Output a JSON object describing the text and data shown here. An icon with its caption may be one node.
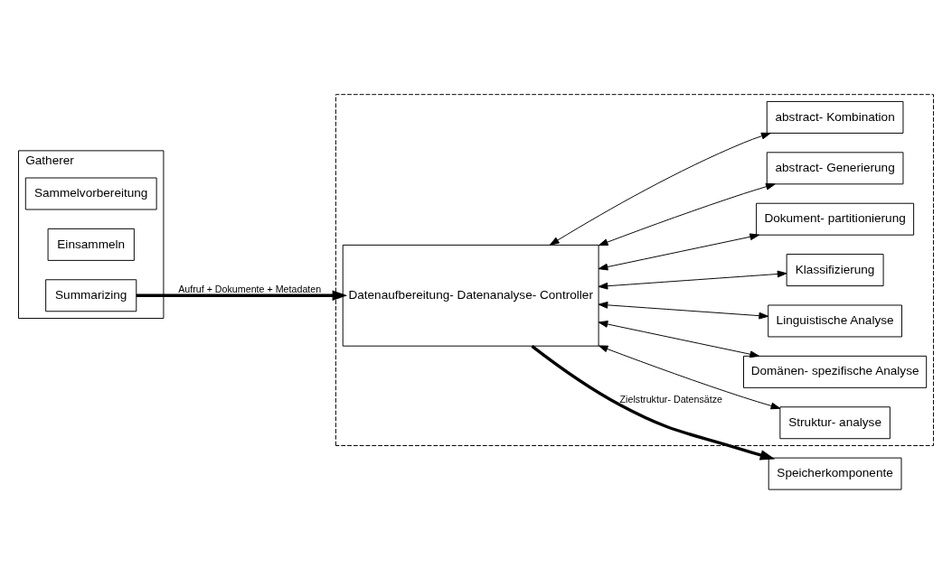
{
  "diagram": {
    "nodes": [
      {
        "text": [
          "Gatherer"
        ]
      },
      {
        "text": [
          "Sammelvorbereitung"
        ],
        "in": 0
      },
      {
        "text": [
          "Einsammeln"
        ],
        "in": 0
      },
      {
        "text": [
          "Summarizing"
        ],
        "in": 0
      },
      {
        "text": [],
        "shape": "box"
      },
      {
        "text": [
          "Struktur- analyse"
        ],
        "in": 4
      },
      {
        "text": [
          "Domänen- spezifische Analyse"
        ],
        "in": 4
      },
      {
        "text": [
          "Linguistische Analyse"
        ],
        "in": 4
      },
      {
        "text": [
          "Datenaufbereitung- Datenanalyse- Controller"
        ],
        "in": 4
      },
      {
        "text": [
          "Klassifizierung"
        ],
        "in": 4
      },
      {
        "text": [
          "Dokument- partitionierung"
        ],
        "in": 4
      },
      {
        "text": [
          "abstract- Generierung"
        ],
        "in": 4
      },
      {
        "text": [
          "abstract- Kombination"
        ],
        "in": 4
      },
      {
        "text": [
          "Speicherkomponente"
        ]
      }
    ],
    "edges": [
      {
        "from": 3,
        "to": 8,
        "arrow": "to",
        "style": "thick",
        "label": "Aufruf + Dokumente + Metadaten"
      },
      {
        "from": 8,
        "to": 5,
        "arrow": "both"
      },
      {
        "from": 8,
        "to": 6,
        "arrow": "both"
      },
      {
        "from": 8,
        "to": 7,
        "arrow": "both"
      },
      {
        "from": 8,
        "to": 9,
        "arrow": "both"
      },
      {
        "from": 8,
        "to": 10,
        "arrow": "both"
      },
      {
        "from": 8,
        "to": 11,
        "arrow": "both"
      },
      {
        "from": 8,
        "to": 12,
        "arrow": "both"
      },
      {
        "from": 8,
        "to": 13,
        "arrow": "to",
        "style": "thick",
        "label": "Zielstruktur- Datensätze"
      }
    ]
  }
}
